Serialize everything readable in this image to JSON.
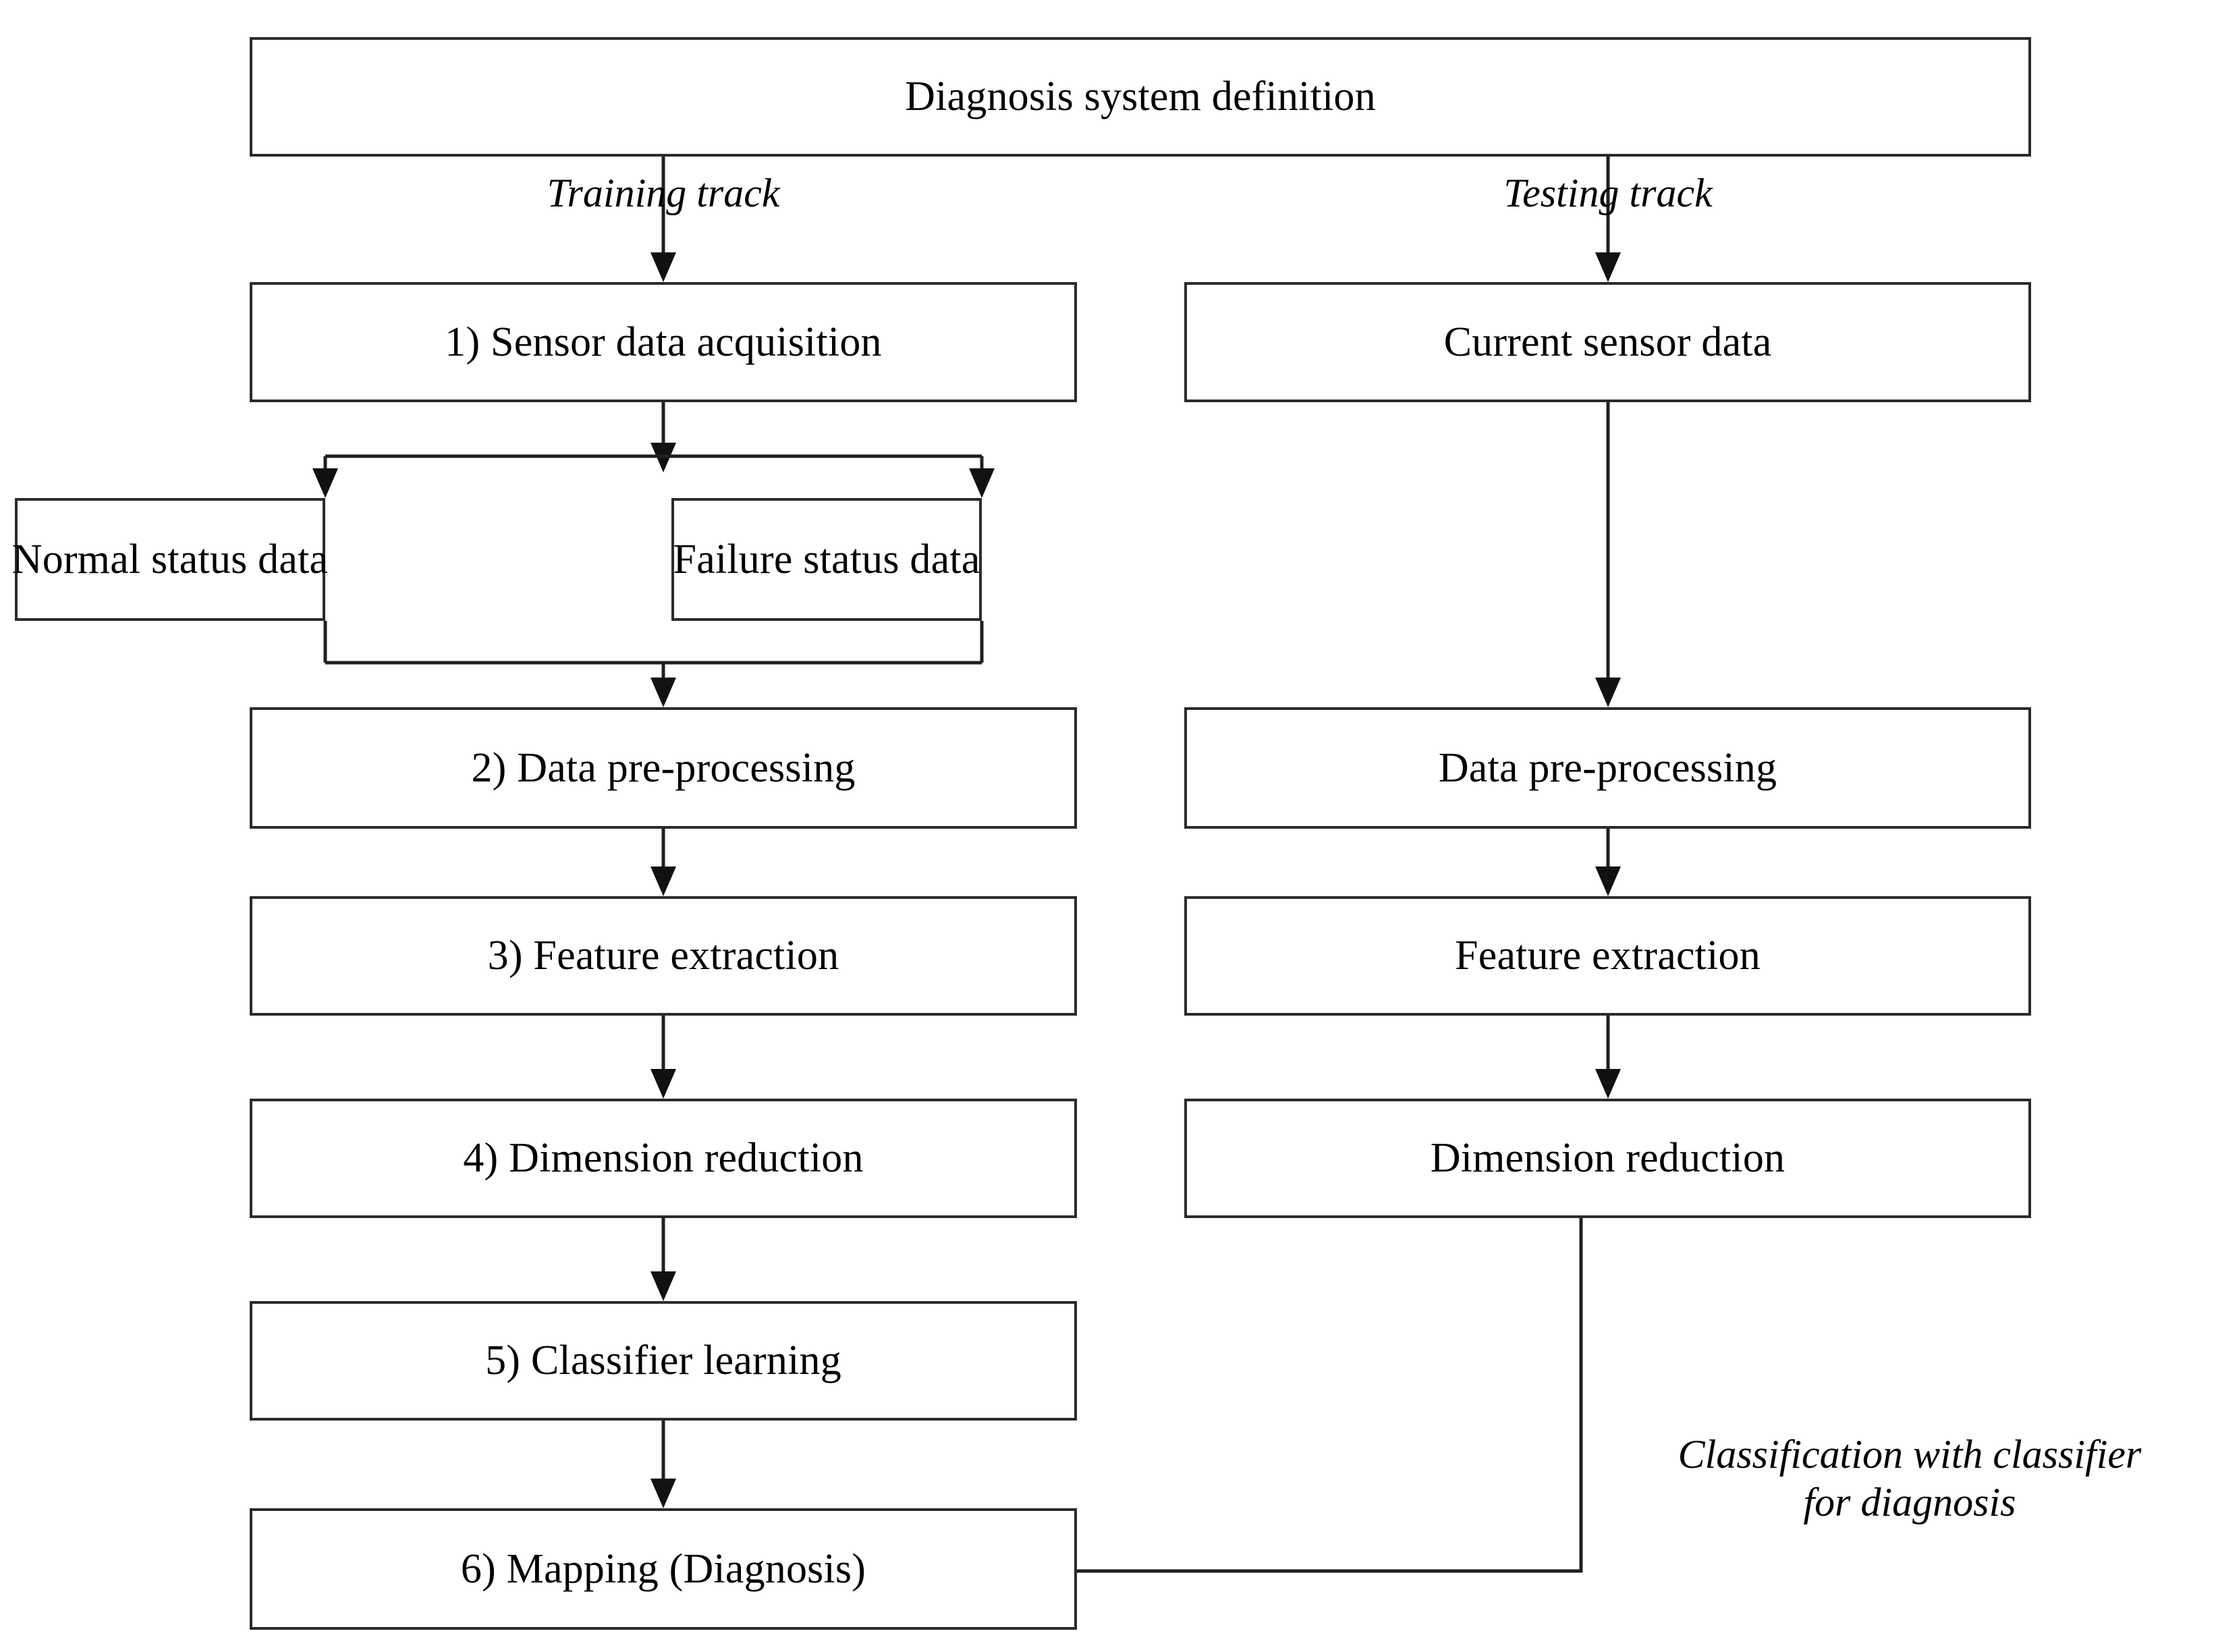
{
  "diagram": {
    "title_box": {
      "label": "Diagnosis system definition"
    },
    "track_labels": {
      "training": "Training track",
      "testing": "Testing track"
    },
    "training_track": {
      "nodes": [
        {
          "id": "sensor-data-acquisition",
          "label": "1) Sensor data acquisition"
        },
        {
          "id": "normal-status-data",
          "label": "Normal status data"
        },
        {
          "id": "failure-status-data",
          "label": "Failure status data"
        },
        {
          "id": "data-pre-processing",
          "label": "2) Data pre-processing"
        },
        {
          "id": "feature-extraction",
          "label": "3) Feature extraction"
        },
        {
          "id": "dimension-reduction",
          "label": "4) Dimension reduction"
        },
        {
          "id": "classifier-learning",
          "label": "5) Classifier learning"
        },
        {
          "id": "mapping-diagnosis",
          "label": "6) Mapping (Diagnosis)"
        }
      ]
    },
    "testing_track": {
      "nodes": [
        {
          "id": "current-sensor-data",
          "label": "Current sensor data"
        },
        {
          "id": "data-pre-processing",
          "label": "Data pre-processing"
        },
        {
          "id": "feature-extraction",
          "label": "Feature extraction"
        },
        {
          "id": "dimension-reduction",
          "label": "Dimension reduction"
        }
      ]
    },
    "edge_labels": {
      "classification": "Classification with classifier\nfor diagnosis"
    },
    "colors": {
      "box_border": "#2b2b2b",
      "arrow": "#1f1f1f",
      "text": "#000000",
      "background": "#ffffff"
    }
  }
}
